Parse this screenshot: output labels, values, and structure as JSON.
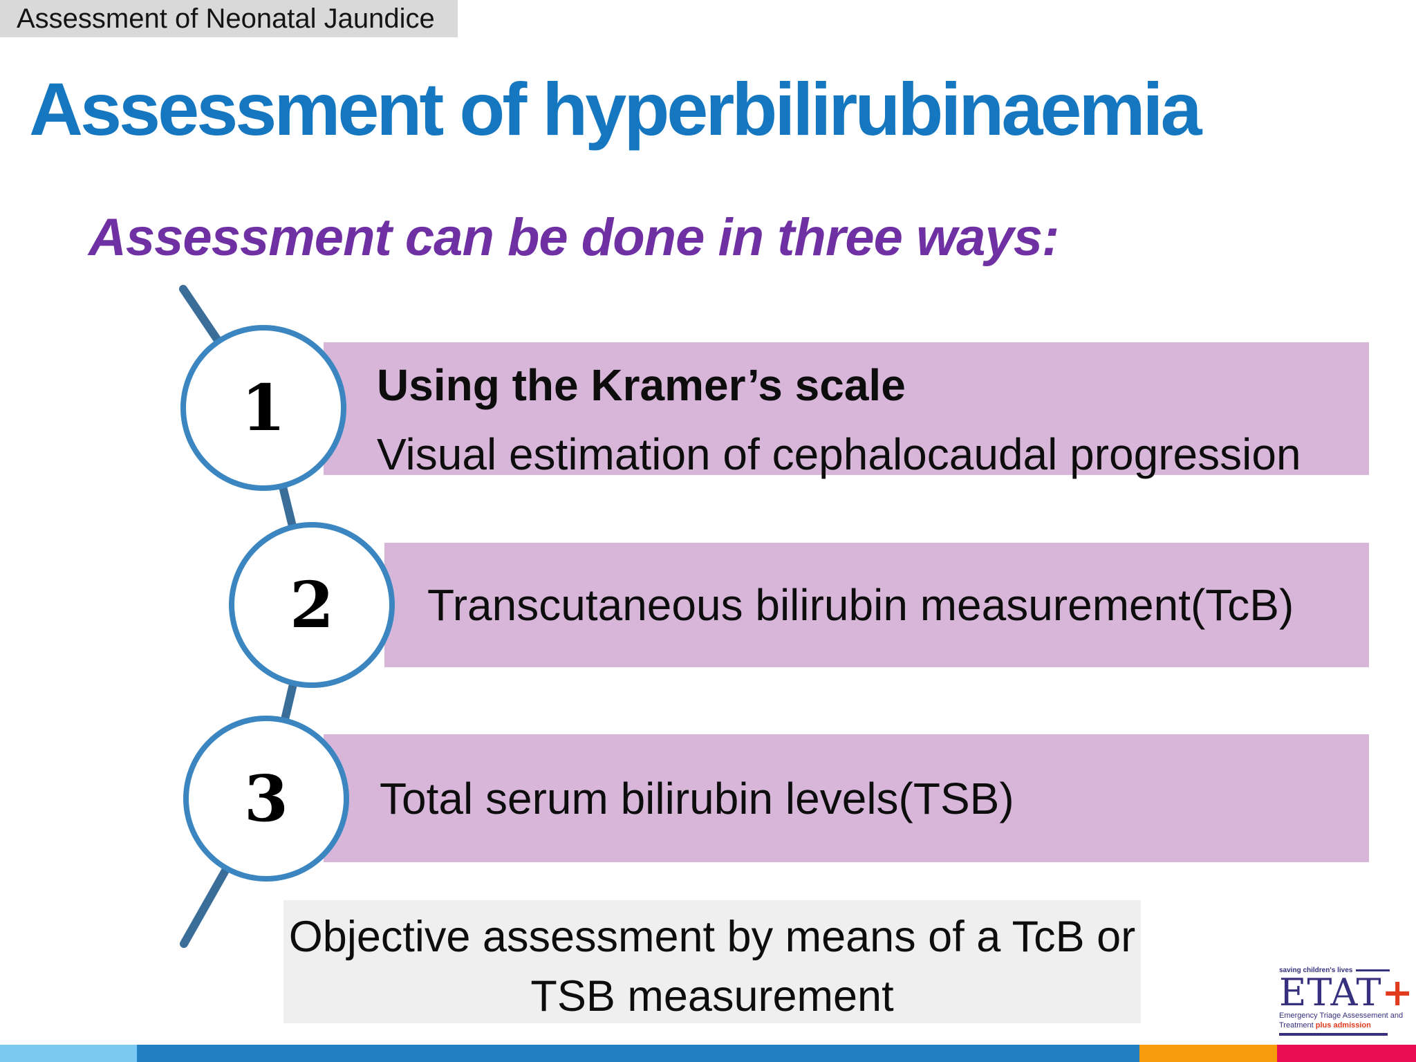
{
  "slide": {
    "corner_tag": "Assessment of Neonatal Jaundice",
    "title": "Assessment of hyperbilirubinaemia",
    "subtitle": "Assessment can be done in three ways:",
    "steps": [
      {
        "number": "1",
        "heading": "Using the Kramer’s scale",
        "description": "Visual estimation of cephalocaudal progression"
      },
      {
        "number": "2",
        "description": "Transcutaneous bilirubin measurement(TcB)"
      },
      {
        "number": "3",
        "description": "Total serum bilirubin levels(TSB)"
      }
    ],
    "note": {
      "line1": "Objective assessment by means of a TcB or",
      "line2": "TSB measurement"
    },
    "logo": {
      "tagline": "saving children's lives",
      "wordmark": "ETAT",
      "plus": "+",
      "subtitle1": "Emergency Triage Assessement and",
      "subtitle2_navy": "Treatment ",
      "subtitle2_red": "plus admission"
    },
    "colors": {
      "title_blue": "#1577bf",
      "subtitle_purple": "#6f30a3",
      "band_pink": "#d7b6da",
      "circle_border_blue": "#3b86c0",
      "connector_blue": "#3a6e99",
      "corner_tag_gray": "#d9d9d9",
      "note_gray": "#efefef",
      "bar_lightblue": "#7bc9f2",
      "bar_blue": "#2080c2",
      "bar_orange": "#f89b0d",
      "bar_crimson": "#ea0e55",
      "logo_navy": "#37307f",
      "logo_red": "#e23a1e"
    }
  }
}
